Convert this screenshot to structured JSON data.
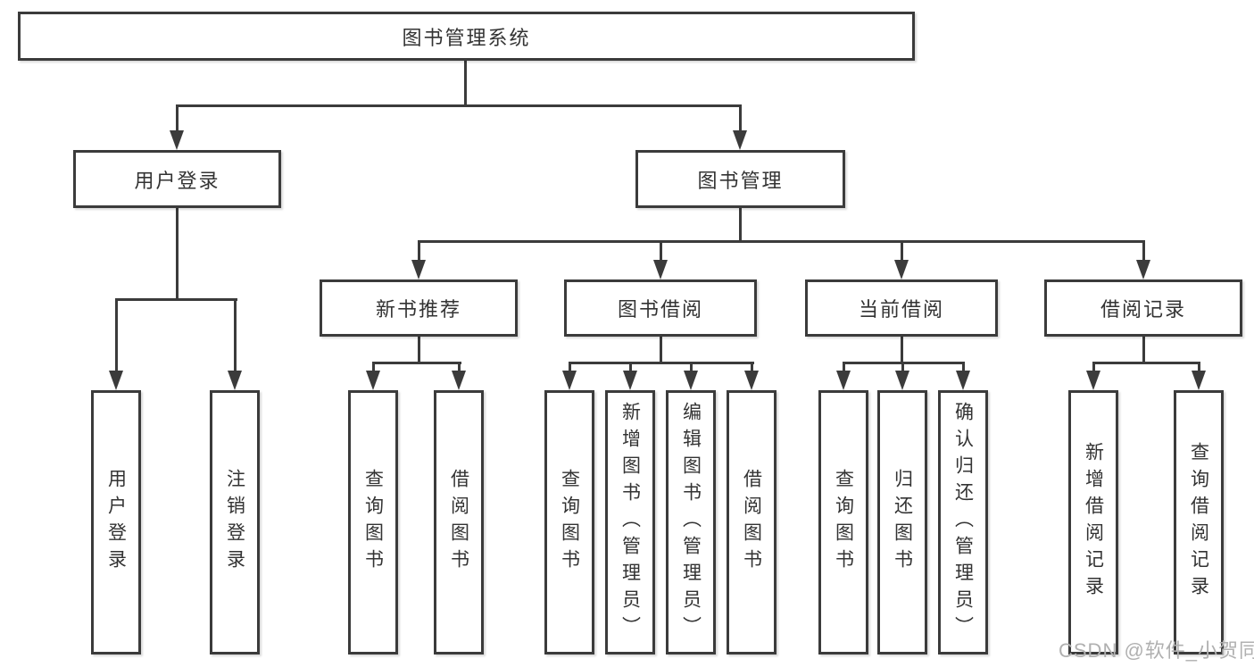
{
  "tree": {
    "root": {
      "label": "图书管理系统",
      "children": [
        {
          "label": "用户登录",
          "children": [
            {
              "label": "用户登录"
            },
            {
              "label": "注销登录"
            }
          ]
        },
        {
          "label": "图书管理",
          "children": [
            {
              "label": "新书推荐",
              "children": [
                {
                  "label": "查询图书"
                },
                {
                  "label": "借阅图书"
                }
              ]
            },
            {
              "label": "图书借阅",
              "children": [
                {
                  "label": "查询图书"
                },
                {
                  "label": "新增图书（管理员）"
                },
                {
                  "label": "编辑图书（管理员）"
                },
                {
                  "label": "借阅图书"
                }
              ]
            },
            {
              "label": "当前借阅",
              "children": [
                {
                  "label": "查询图书"
                },
                {
                  "label": "归还图书"
                },
                {
                  "label": "确认归还（管理员）"
                }
              ]
            },
            {
              "label": "借阅记录",
              "children": [
                {
                  "label": "新增借阅记录"
                },
                {
                  "label": "查询借阅记录"
                }
              ]
            }
          ]
        }
      ]
    }
  },
  "watermark": {
    "text": "CSDN @软件_小贺同学"
  },
  "colors": {
    "line": "#3b3b3b",
    "text": "#333333",
    "watermark": "#b0b0b0",
    "background": "#ffffff"
  }
}
